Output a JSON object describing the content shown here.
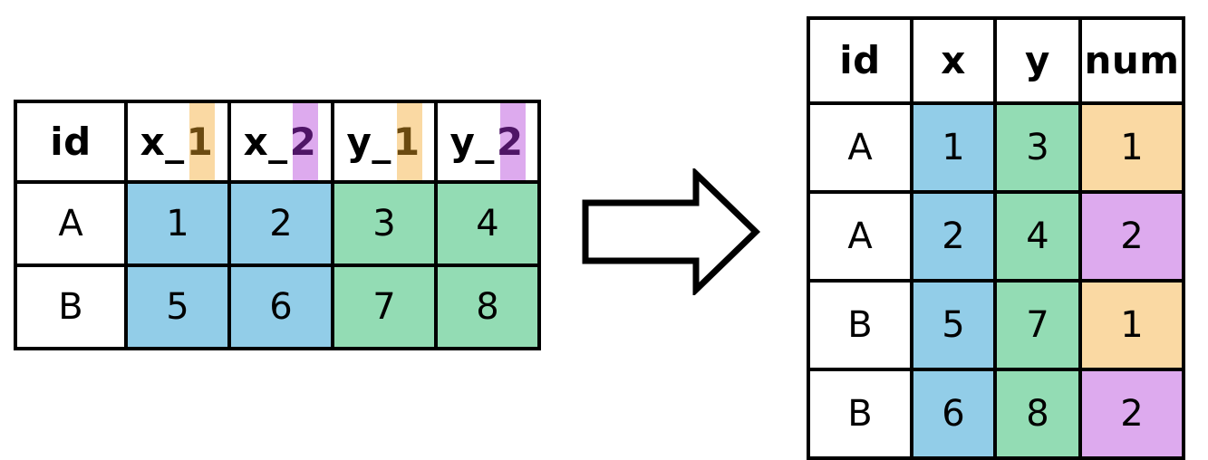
{
  "colors": {
    "blue": "#92cde8",
    "green": "#93dcb4",
    "orange": "#fad9a3",
    "purple": "#ddaaee",
    "border": "#000000",
    "num_orange_text": "#6b4a10",
    "num_purple_text": "#4e1566"
  },
  "wide_table": {
    "name": "wide-format-table",
    "headers": [
      {
        "label": "id",
        "base": "id",
        "suffix": "",
        "highlight": "none"
      },
      {
        "label": "x_1",
        "base": "x_",
        "suffix": "1",
        "highlight": "orange"
      },
      {
        "label": "x_2",
        "base": "x_",
        "suffix": "2",
        "highlight": "purple"
      },
      {
        "label": "y_1",
        "base": "y_",
        "suffix": "1",
        "highlight": "orange"
      },
      {
        "label": "y_2",
        "base": "y_",
        "suffix": "2",
        "highlight": "purple"
      }
    ],
    "rows": [
      {
        "id": "A",
        "x_1": "1",
        "x_2": "2",
        "y_1": "3",
        "y_2": "4"
      },
      {
        "id": "B",
        "x_1": "5",
        "x_2": "6",
        "y_1": "7",
        "y_2": "8"
      }
    ]
  },
  "arrow": {
    "name": "transform-arrow",
    "direction": "right"
  },
  "long_table": {
    "name": "long-format-table",
    "headers": [
      "id",
      "x",
      "y",
      "num"
    ],
    "rows": [
      {
        "id": "A",
        "x": "1",
        "y": "3",
        "num": "1"
      },
      {
        "id": "A",
        "x": "2",
        "y": "4",
        "num": "2"
      },
      {
        "id": "B",
        "x": "5",
        "y": "7",
        "num": "1"
      },
      {
        "id": "B",
        "x": "6",
        "y": "8",
        "num": "2"
      }
    ]
  },
  "chart_data": {
    "type": "table",
    "title": "",
    "description": "Pivot-longer transformation: wide table with paired x_1/x_2/y_1/y_2 columns becomes long table with x, y and num columns",
    "wide": {
      "columns": [
        "id",
        "x_1",
        "x_2",
        "y_1",
        "y_2"
      ],
      "rows": [
        [
          "A",
          1,
          2,
          3,
          4
        ],
        [
          "B",
          5,
          6,
          7,
          8
        ]
      ]
    },
    "long": {
      "columns": [
        "id",
        "x",
        "y",
        "num"
      ],
      "rows": [
        [
          "A",
          1,
          3,
          1
        ],
        [
          "A",
          2,
          4,
          2
        ],
        [
          "B",
          5,
          7,
          1
        ],
        [
          "B",
          6,
          8,
          2
        ]
      ]
    }
  }
}
